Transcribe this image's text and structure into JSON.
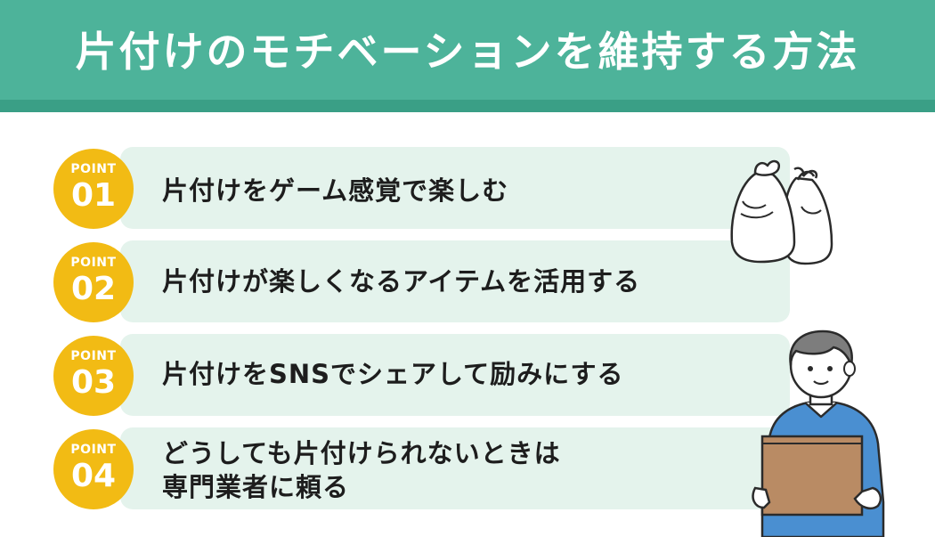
{
  "header": {
    "title": "片付けのモチベーションを維持する方法"
  },
  "points": [
    {
      "badge": "POINT",
      "number": "01",
      "text": "片付けをゲーム感覚で楽しむ"
    },
    {
      "badge": "POINT",
      "number": "02",
      "text": "片付けが楽しくなるアイテムを活用する"
    },
    {
      "badge": "POINT",
      "number": "03",
      "text": "片付けをSNSでシェアして励みにする"
    },
    {
      "badge": "POINT",
      "number": "04",
      "text": "どうしても片付けられないときは\n専門業者に頼る"
    }
  ],
  "illustrations": {
    "trash_bags": "trash-bags-icon",
    "person": "person-carrying-box-icon"
  },
  "colors": {
    "header": "#4db39a",
    "header_stripe": "#3a9f86",
    "badge": "#f2bb14",
    "bar": "#e4f3ec",
    "shirt": "#4a8fd1",
    "box": "#b98b64"
  }
}
